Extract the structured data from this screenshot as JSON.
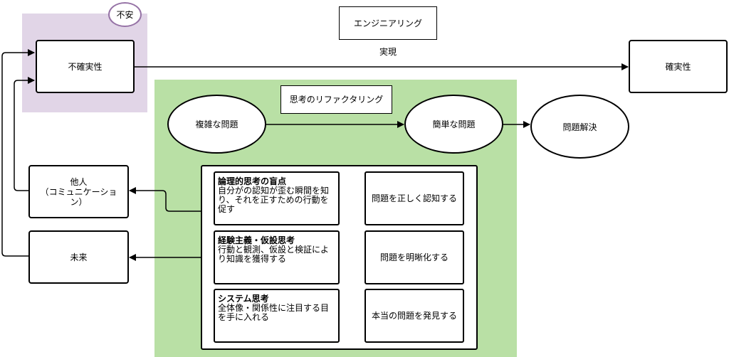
{
  "nodes": {
    "anxiety_badge": "不安",
    "engineering": "エンジニアリング",
    "realization": "実現",
    "uncertainty": "不確実性",
    "certainty": "確実性",
    "refactoring_title": "思考のリファクタリング",
    "complex_problem": "複雑な問題",
    "simple_problem": "簡単な問題",
    "problem_solving": "問題解決",
    "others": "他人\n（コミュニケーショ\nン）",
    "future": "未来"
  },
  "thinking": [
    {
      "title": "論理的思考の盲点",
      "desc": "自分が​の認知が歪む瞬間を知り、それを正すための行動を促す",
      "result": "問題を正しく認知する"
    },
    {
      "title": "経験主義・仮設思考",
      "desc": "行動と観測、仮設と検証により知識を獲得する",
      "result": "問題を明晰化する"
    },
    {
      "title": "システム思考",
      "desc": "全体像・関係性に注目する目を手に入れる",
      "result": "本当の問題を発見する"
    }
  ],
  "colors": {
    "purple_region": "#e1d5e7",
    "purple_stroke": "#9673a6",
    "green_region": "#b9e0a5"
  }
}
